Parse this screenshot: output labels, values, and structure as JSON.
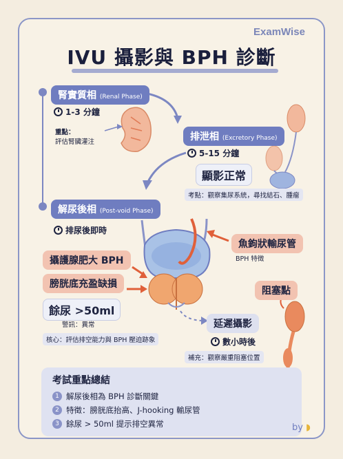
{
  "brand": "ExamWise",
  "title": "IVU 攝影與 BPH 診斷",
  "phases": {
    "renal": {
      "label": "腎實質相",
      "en": "(Renal Phase)",
      "time": "1-3 分鐘",
      "key_label": "重點：",
      "key_text": "評估腎臟灌注"
    },
    "excretory": {
      "label": "排泄相",
      "en": "(Excretory Phase)",
      "time": "5-15 分鐘",
      "result": "顯影正常",
      "key": "考點：觀察集尿系統，尋找結石、腫瘤"
    },
    "postvoid": {
      "label": "解尿後相",
      "en": "(Post-void Phase)",
      "time": "排尿後即時"
    }
  },
  "findings": {
    "fishhook": "魚鉤狀輸尿管",
    "fishhook_note": "BPH 特徵",
    "bph": "攝護腺肥大 BPH",
    "defect": "膀胱底充盈缺損",
    "residual": "餘尿 >50ml",
    "alarm": "警訊：異常",
    "core": "核心：評估排空能力與 BPH 壓迫跡象"
  },
  "delayed": {
    "obstruction": "阻塞點",
    "label": "延遲攝影",
    "time": "數小時後",
    "note": "補充：觀察嚴重阻塞位置"
  },
  "summary": {
    "title": "考試重點總結",
    "items": [
      "解尿後相為 BPH 診斷關鍵",
      "特徵：膀胱底抬高、J-hooking 輸尿管",
      "餘尿 > 50ml 提示排空異常"
    ],
    "nums": [
      "1",
      "2",
      "3"
    ]
  },
  "signature": "by",
  "colors": {
    "accent_blue": "#6f7dc0",
    "accent_pink": "#f2c3b1",
    "arrow_orange": "#e0603a",
    "kidney": "#e9a07e"
  }
}
